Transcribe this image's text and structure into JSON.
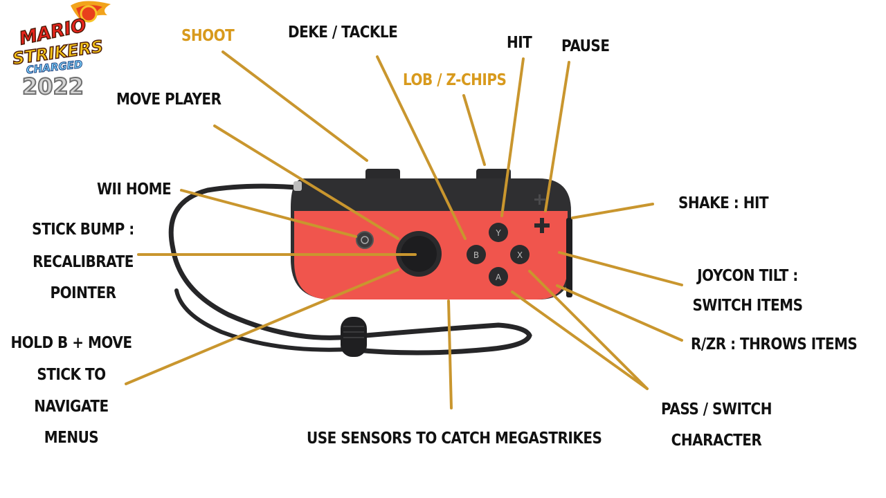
{
  "logo": {
    "line1": "MARIO",
    "line2": "STRIKERS",
    "line3": "CHARGED",
    "year": "2022"
  },
  "labels": {
    "shoot": "SHOOT",
    "deke_tackle": "DEKE / TACKLE",
    "hit": "HIT",
    "pause": "PAUSE",
    "lob_zchips": "LOB / Z-CHIPS",
    "move_player": "MOVE PLAYER",
    "wii_home": "WII HOME",
    "shake_hit": "SHAKE : HIT",
    "stick_bump_1": "STICK BUMP :",
    "stick_bump_2": "RECALIBRATE",
    "stick_bump_3": "POINTER",
    "joycon_tilt_1": "JOYCON TILT :",
    "joycon_tilt_2": "SWITCH ITEMS",
    "rzr": "R/ZR : THROWS ITEMS",
    "hold_b_1": "HOLD B + MOVE",
    "hold_b_2": "STICK TO",
    "hold_b_3": "NAVIGATE",
    "hold_b_4": "MENUS",
    "pass_1": "PASS / SWITCH",
    "pass_2": "CHARACTER",
    "sensors": "USE SENSORS TO CATCH MEGASTRIKES"
  },
  "buttons": {
    "y": "Y",
    "x": "X",
    "b": "B",
    "a": "A"
  },
  "colors": {
    "leader": "#c9962e",
    "gold_text": "#d89a1d",
    "joycon_red": "#f0554d",
    "joycon_dark": "#2f2f31"
  }
}
